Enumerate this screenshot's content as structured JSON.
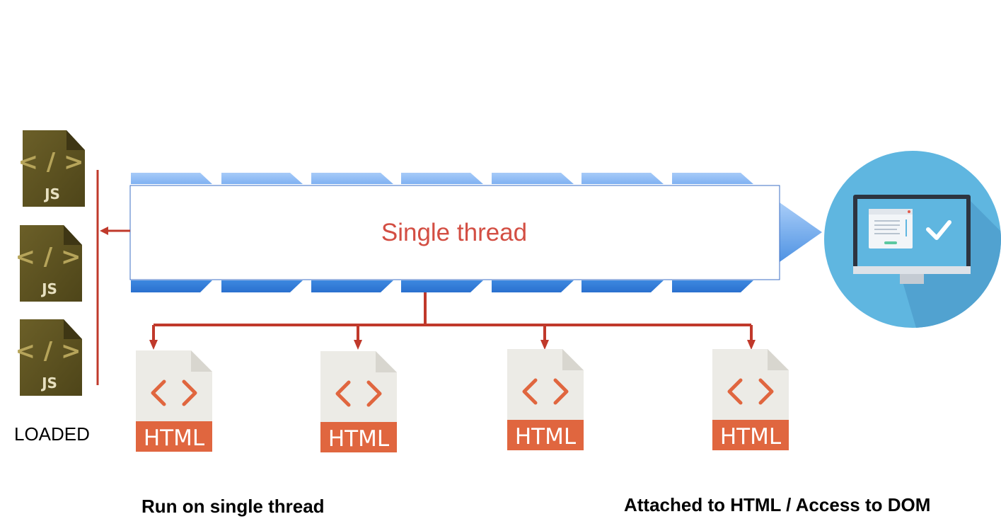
{
  "thread": {
    "label": "Single thread",
    "label_color": "#d34e43"
  },
  "js_files": [
    {
      "label": "JS"
    },
    {
      "label": "JS"
    },
    {
      "label": "JS"
    }
  ],
  "html_files": [
    {
      "label": "HTML"
    },
    {
      "label": "HTML"
    },
    {
      "label": "HTML"
    },
    {
      "label": "HTML"
    }
  ],
  "loaded_label": "LOADED",
  "captions": {
    "left": "Run on single thread",
    "right": "Attached to HTML / Access to DOM"
  },
  "icons": {
    "js_file": "js-file-icon",
    "html_file": "html-file-icon",
    "monitor": "monitor-check-icon"
  },
  "colors": {
    "connector": "#c0392b",
    "html_band": "#e0663f",
    "js_file_body": "#5f5422",
    "monitor_circle": "#5fb6e0",
    "stripe_top": "#8fbbf5",
    "stripe_bottom": "#2f7ad8"
  }
}
